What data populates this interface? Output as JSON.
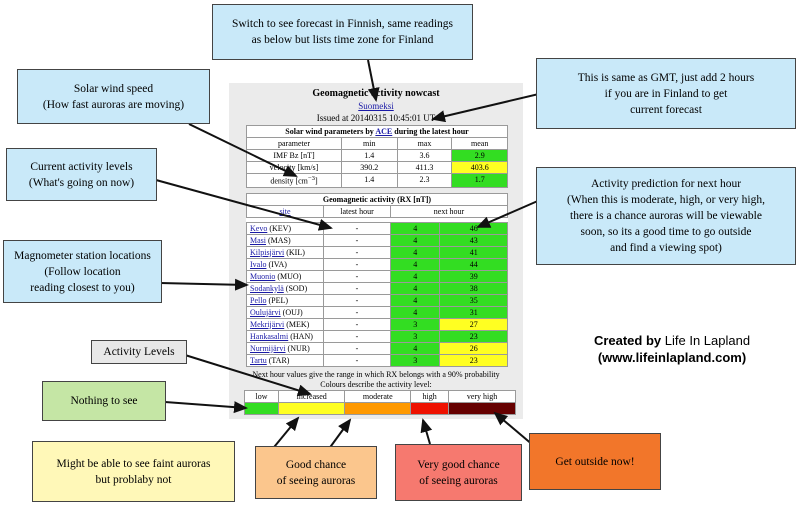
{
  "panel": {
    "title": "Geomagnetic activity nowcast",
    "lang_link": "Suomeksi",
    "issued": "Issued at 20140315 10:45:01 UT",
    "solar_wind": {
      "caption_pre": "Solar wind parameters by",
      "caption_link": "ACE",
      "caption_post": "during the latest hour",
      "headers": [
        "parameter",
        "min",
        "max",
        "mean"
      ],
      "rows": [
        {
          "param": "IMF Bz [nT]",
          "min": "1.4",
          "max": "3.6",
          "mean": "2.9",
          "mean_color": "green"
        },
        {
          "param": "velocity [km/s]",
          "min": "390.2",
          "max": "411.3",
          "mean": "403.6",
          "mean_color": "yellow"
        },
        {
          "param": "density [cm",
          "param_sup": "−3",
          "param_end": "]",
          "min": "1.4",
          "max": "2.3",
          "mean": "1.7",
          "mean_color": "green"
        }
      ]
    },
    "geomagnetic": {
      "caption": "Geomagnetic activity (RX [nT])",
      "headers": {
        "site": "site",
        "latest": "latest hour",
        "next": "next hour"
      },
      "rows": [
        {
          "link": "Kevo",
          "code": "(KEV)",
          "latest": "-",
          "low": "4",
          "high": "46",
          "high_color": "green"
        },
        {
          "link": "Masi",
          "code": "(MAS)",
          "latest": "-",
          "low": "4",
          "high": "43",
          "high_color": "green"
        },
        {
          "link": "Kilpisjärvi",
          "code": "(KIL)",
          "latest": "-",
          "low": "4",
          "high": "41",
          "high_color": "green"
        },
        {
          "link": "Ivalo",
          "code": "(IVA)",
          "latest": "-",
          "low": "4",
          "high": "44",
          "high_color": "green"
        },
        {
          "link": "Muonio",
          "code": "(MUO)",
          "latest": "-",
          "low": "4",
          "high": "39",
          "high_color": "green"
        },
        {
          "link": "Sodankylä",
          "code": "(SOD)",
          "latest": "-",
          "low": "4",
          "high": "38",
          "high_color": "green"
        },
        {
          "link": "Pello",
          "code": "(PEL)",
          "latest": "-",
          "low": "4",
          "high": "35",
          "high_color": "green"
        },
        {
          "link": "Oulujärvi",
          "code": "(OUJ)",
          "latest": "-",
          "low": "4",
          "high": "31",
          "high_color": "green"
        },
        {
          "link": "Mekrijärvi",
          "code": "(MEK)",
          "latest": "-",
          "low": "3",
          "high": "27",
          "high_color": "yellow"
        },
        {
          "link": "Hankasalmi",
          "code": "(HAN)",
          "latest": "-",
          "low": "3",
          "high": "23",
          "high_color": "green"
        },
        {
          "link": "Nurmijärvi",
          "code": "(NUR)",
          "latest": "-",
          "low": "4",
          "high": "26",
          "high_color": "yellow"
        },
        {
          "link": "Tartu",
          "code": "(TAR)",
          "latest": "-",
          "low": "3",
          "high": "23",
          "high_color": "yellow"
        }
      ]
    },
    "note1": "Next hour values give the range in which RX belongs with a 90% probability",
    "note2": "Colours describe the activity level:",
    "levels": [
      {
        "label": "low",
        "color": "#33dd22"
      },
      {
        "label": "increased",
        "color": "#ffff22"
      },
      {
        "label": "moderate",
        "color": "#ff9900"
      },
      {
        "label": "high",
        "color": "#ee1100"
      },
      {
        "label": "very high",
        "color": "#660000"
      }
    ]
  },
  "callouts": {
    "finnish": [
      "Switch to see forecast in Finnish, same readings",
      "as below but lists time zone for Finland"
    ],
    "gmt": [
      "This is same as GMT, just add 2 hours",
      "if you are in Finland to get",
      "current forecast"
    ],
    "solar_wind": [
      "Solar wind speed",
      "(How fast auroras are moving)"
    ],
    "current": [
      "Current activity levels",
      "(What's going on now)"
    ],
    "prediction": [
      "Activity prediction for next hour",
      "(When this is moderate, high, or very high,",
      "there is a chance auroras will be viewable",
      "soon, so its a good time to go outside",
      "and find a viewing spot)"
    ],
    "magnetometer": [
      "Magnometer station locations",
      "(Follow location",
      "reading closest to you)"
    ],
    "activity_levels": "Activity Levels",
    "nothing": "Nothing to see",
    "faint": [
      "Might be able to see faint auroras",
      "but problaby not"
    ],
    "good": [
      "Good chance",
      "of seeing auroras"
    ],
    "very_good": [
      "Very good chance",
      "of seeing auroras"
    ],
    "outside": "Get outside now!"
  },
  "credit": {
    "line1_pre": "Created by",
    "line1_brand": "Life In Lapland",
    "line2": "(www.lifeinlapland.com)"
  },
  "colors": {
    "blue_callout": "#c9e9f9",
    "green_callout": "#c5e6a5",
    "yellow_callout": "#fff8b8",
    "orange_callout": "#fbc68d",
    "red_callout": "#f6796f",
    "dark_orange_callout": "#f2762a",
    "grey_callout": "#e8e8e8",
    "panel_bg": "#ebebeb"
  }
}
